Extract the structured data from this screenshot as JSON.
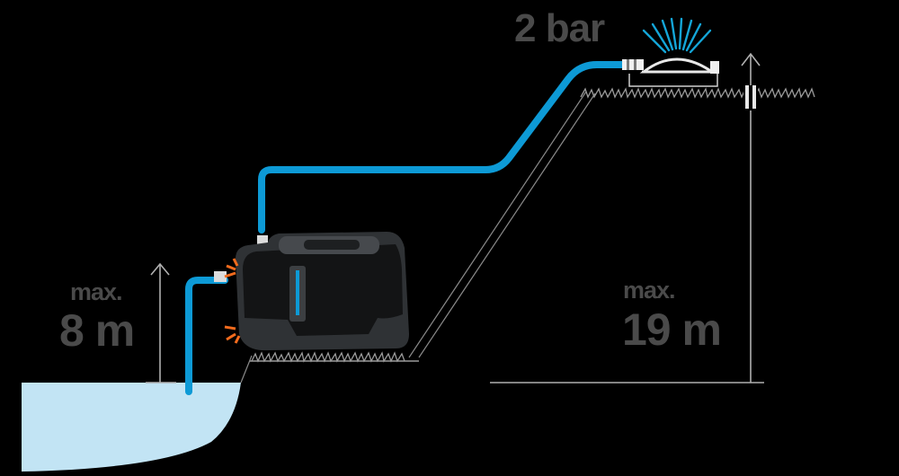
{
  "labels": {
    "pressure": "2 bar",
    "suction_max": "max.",
    "suction_height": "8 m",
    "delivery_max": "max.",
    "delivery_height": "19 m"
  },
  "colors": {
    "background": "#000000",
    "hose": "#0d9ad6",
    "water": "#c2e4f4",
    "label_text": "#4a4a4a",
    "pump_body": "#3a3d40",
    "pump_dark": "#151617",
    "accent_orange": "#f26b1d",
    "line_gray": "#a9a9a9"
  },
  "icons": [
    "garden-pump-icon",
    "sprinkler-icon",
    "water-body-icon",
    "height-arrow-icon",
    "grass-icon"
  ]
}
